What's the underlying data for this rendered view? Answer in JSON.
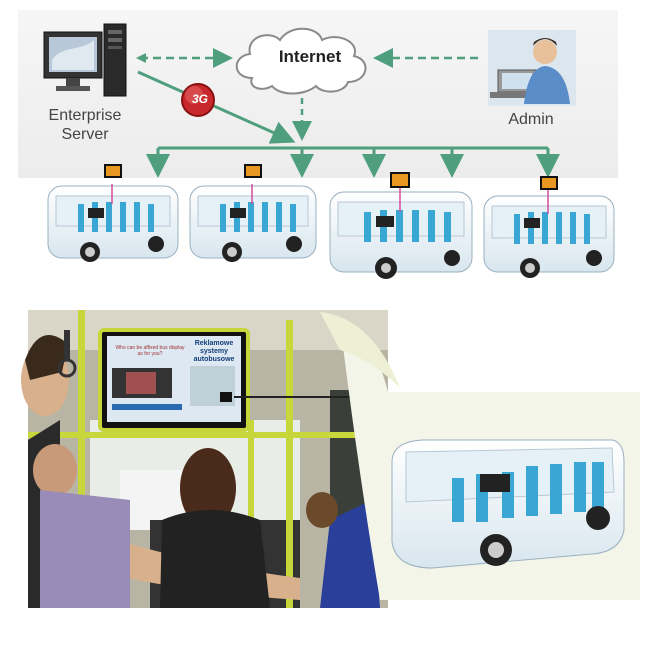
{
  "diagram": {
    "server_label": "Enterprise\nServer",
    "internet_label": "Internet",
    "admin_label": "Admin",
    "badge_label": "3G",
    "bus_count": 4,
    "screen_title": "Reklamowe\nsystemy\nautobusowe",
    "screen_question": "Who can be affixed bus display\nas for you?"
  },
  "colors": {
    "link_green": "#4f9f7f",
    "badge_red": "#c8282c",
    "seat_blue": "#3aa6d4",
    "pole_yellow": "#c7d63a",
    "cloud_stroke": "#888888"
  }
}
